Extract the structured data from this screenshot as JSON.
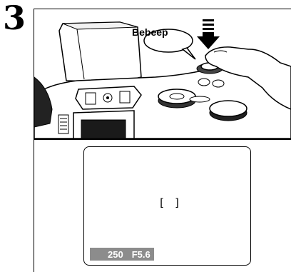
{
  "step": {
    "number": "3"
  },
  "illustration": {
    "sound_label": "Bebeep",
    "press_arrow": "down-arrow-icon"
  },
  "lcd": {
    "af_frame": "[ ]",
    "shutter_speed": "250",
    "aperture": "F5.6"
  },
  "colors": {
    "exposure_bar": "#8c8c8c",
    "line": "#000000",
    "background": "#ffffff"
  }
}
